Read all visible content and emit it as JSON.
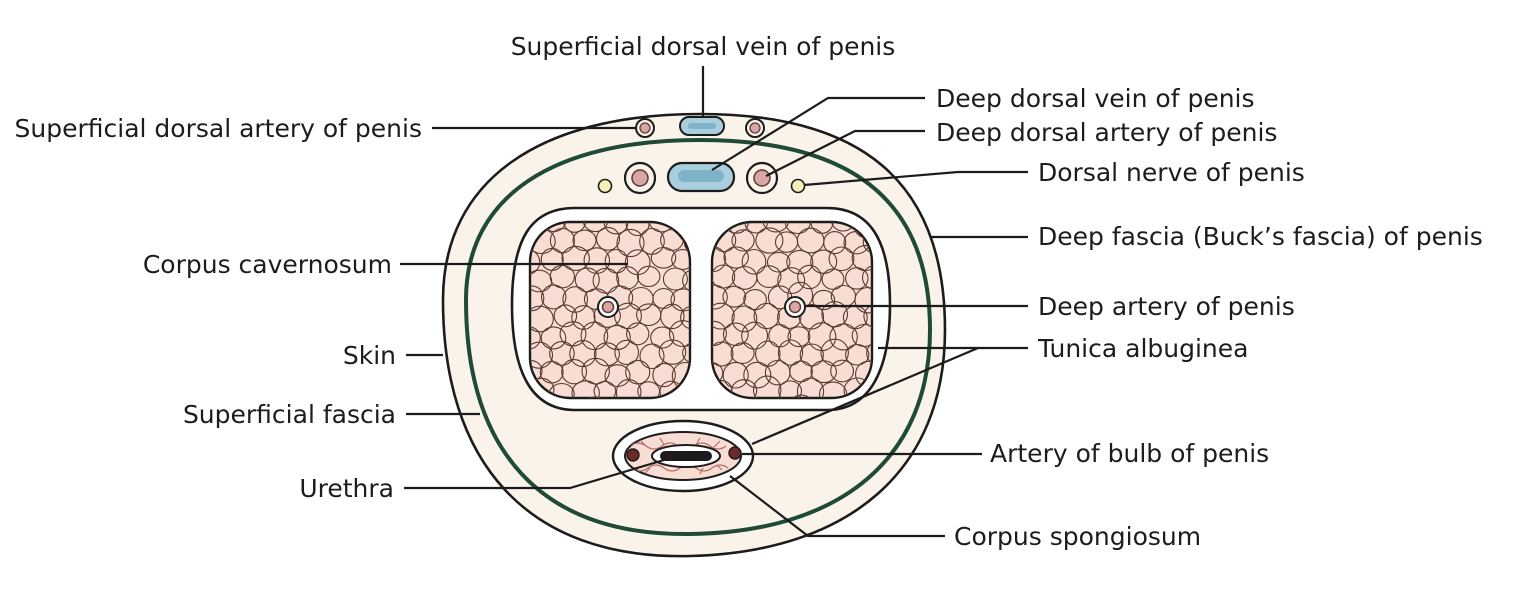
{
  "labels": {
    "superficial_dorsal_vein": "Superficial dorsal vein of penis",
    "superficial_dorsal_artery": "Superficial dorsal artery of penis",
    "deep_dorsal_vein": "Deep dorsal vein of penis",
    "deep_dorsal_artery": "Deep dorsal artery of penis",
    "dorsal_nerve": "Dorsal nerve of penis",
    "deep_fascia": "Deep fascia (Buck’s fascia) of penis",
    "corpus_cavernosum": "Corpus cavernosum",
    "deep_artery": "Deep artery of penis",
    "tunica_albuginea": "Tunica albuginea",
    "skin": "Skin",
    "superficial_fascia": "Superficial fascia",
    "artery_of_bulb": "Artery of bulb of penis",
    "urethra": "Urethra",
    "corpus_spongiosum": "Corpus spongiosum"
  },
  "colors": {
    "skin_fill": "#faf3ea",
    "deep_fascia_line": "#1f4a35",
    "tunica_fill": "#ffffff",
    "cavernous_tissue": "#f7ddd3",
    "cavernous_cells": "#5a3a30",
    "vein_blue": "#a9cfde",
    "artery_red": "#d9a6a8",
    "nerve_yellow": "#f6f0b8",
    "urethra_dark": "#1b1b1b"
  }
}
